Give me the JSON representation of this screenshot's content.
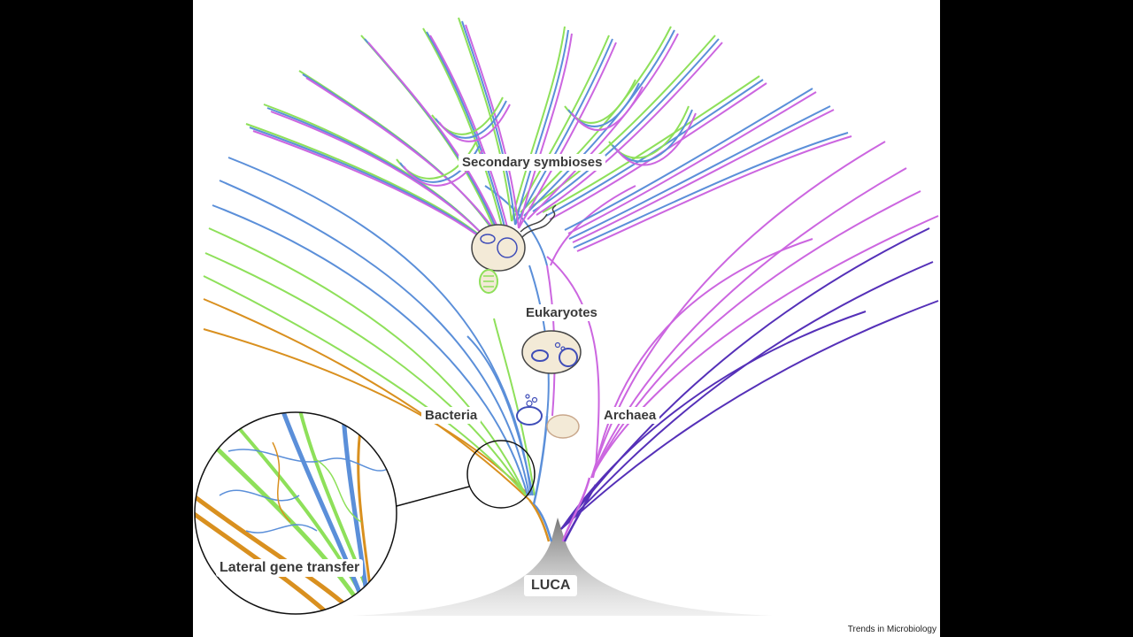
{
  "labels": {
    "secondary_symbioses": "Secondary symbioses",
    "eukaryotes": "Eukaryotes",
    "bacteria": "Bacteria",
    "archaea": "Archaea",
    "lateral_gene_transfer": "Lateral gene transfer",
    "luca": "LUCA"
  },
  "credit": "Trends in Microbiology",
  "colors": {
    "blue": "#5b8fd9",
    "green": "#8ee05a",
    "magenta": "#cc66e0",
    "orange": "#d9901f",
    "purple": "#5530b8",
    "luca_cone": "#8f8f8f",
    "cell_fill": "#f3ead7",
    "organelle": "#3f4db8"
  }
}
